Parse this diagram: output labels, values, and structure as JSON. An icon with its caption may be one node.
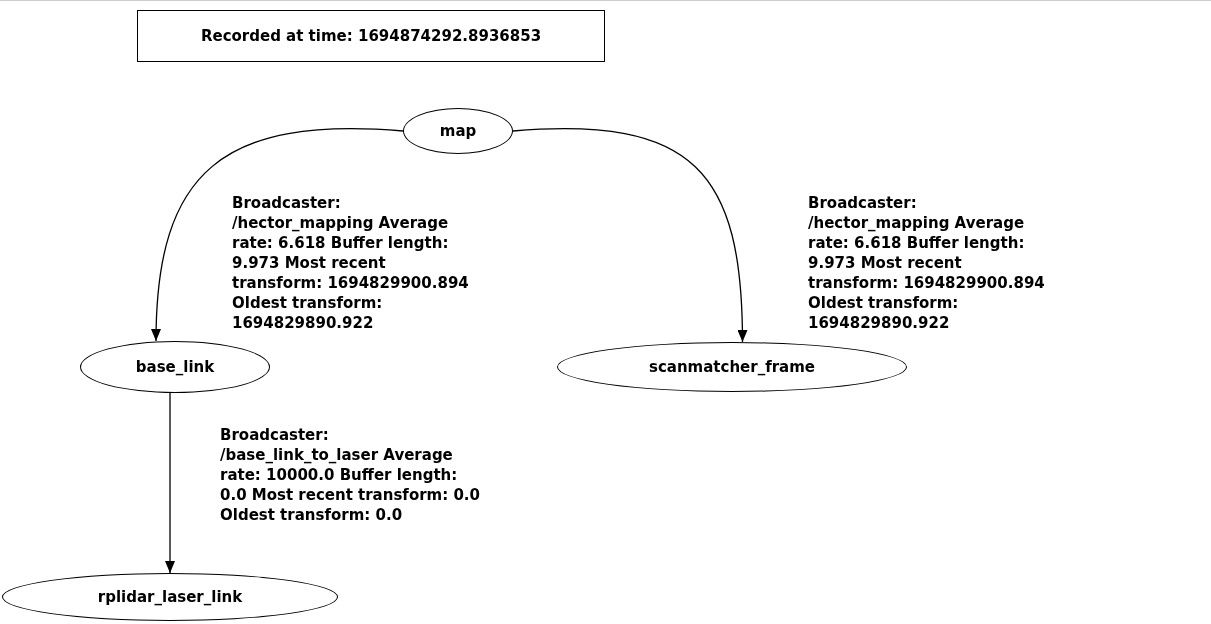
{
  "diagram": {
    "nodes": [
      {
        "text": [
          "Recorded at time: 1694874292.8936853"
        ]
      },
      {
        "text": [
          "map"
        ]
      },
      {
        "text": [
          "base_link"
        ]
      },
      {
        "text": [
          "scanmatcher_frame"
        ]
      },
      {
        "text": [
          "rplidar_laser_link"
        ]
      }
    ],
    "edges": [
      {
        "from": 1,
        "to": 2,
        "arrow": "to",
        "label": "Broadcaster: /hector_mapping Average rate: 6.618 Buffer length: 9.973 Most recent transform: 1694829900.894 Oldest transform: 1694829890.922"
      },
      {
        "from": 1,
        "to": 3,
        "arrow": "to",
        "label": "Broadcaster: /hector_mapping Average rate: 6.618 Buffer length: 9.973 Most recent transform: 1694829900.894 Oldest transform: 1694829890.922"
      },
      {
        "from": 2,
        "to": 4,
        "arrow": "to",
        "label": "Broadcaster: /base_link_to_laser Average rate: 10000.0 Buffer length: 0.0 Most recent transform: 0.0 Oldest transform: 0.0"
      }
    ]
  }
}
